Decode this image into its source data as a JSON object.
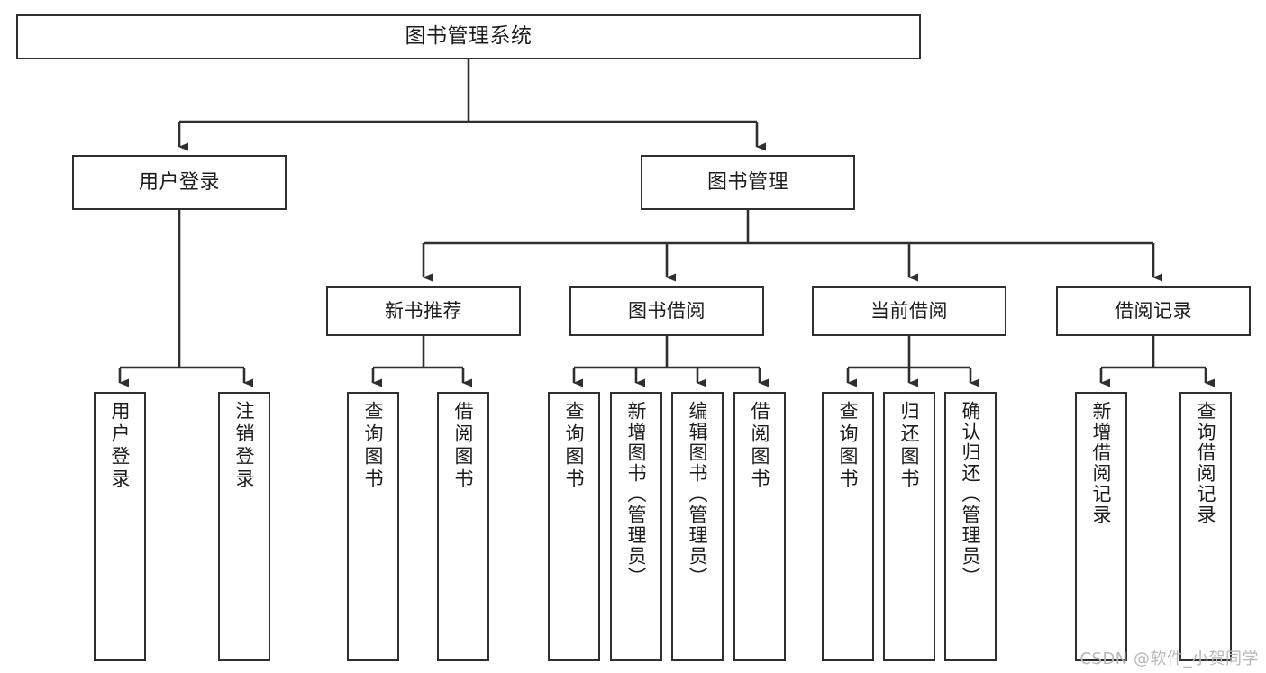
{
  "diagram": {
    "title": "图书管理系统",
    "type": "tree-hierarchy",
    "orientation": "top-down",
    "colors": {
      "stroke": "#2f2f2f",
      "fill": "#ffffff",
      "text": "#1c1c1c",
      "watermark": "#b8b8b8"
    },
    "root": {
      "label": "图书管理系统"
    },
    "level2": [
      {
        "label": "用户登录"
      },
      {
        "label": "图书管理"
      }
    ],
    "level3": [
      {
        "label": "新书推荐"
      },
      {
        "label": "图书借阅"
      },
      {
        "label": "当前借阅"
      },
      {
        "label": "借阅记录"
      }
    ],
    "leaves": {
      "user_login": [
        {
          "label": "用户登录"
        },
        {
          "label": "注销登录"
        }
      ],
      "new_book_recommend": [
        {
          "label": "查询图书"
        },
        {
          "label": "借阅图书"
        }
      ],
      "book_borrow": [
        {
          "label": "查询图书"
        },
        {
          "label": "新增图书（管理员）"
        },
        {
          "label": "编辑图书（管理员）"
        },
        {
          "label": "借阅图书"
        }
      ],
      "current_borrow": [
        {
          "label": "查询图书"
        },
        {
          "label": "归还图书"
        },
        {
          "label": "确认归还（管理员）"
        }
      ],
      "borrow_record": [
        {
          "label": "新增借阅记录"
        },
        {
          "label": "查询借阅记录"
        }
      ]
    }
  },
  "watermark": {
    "text": "CSDN @软件_小贺同学"
  }
}
